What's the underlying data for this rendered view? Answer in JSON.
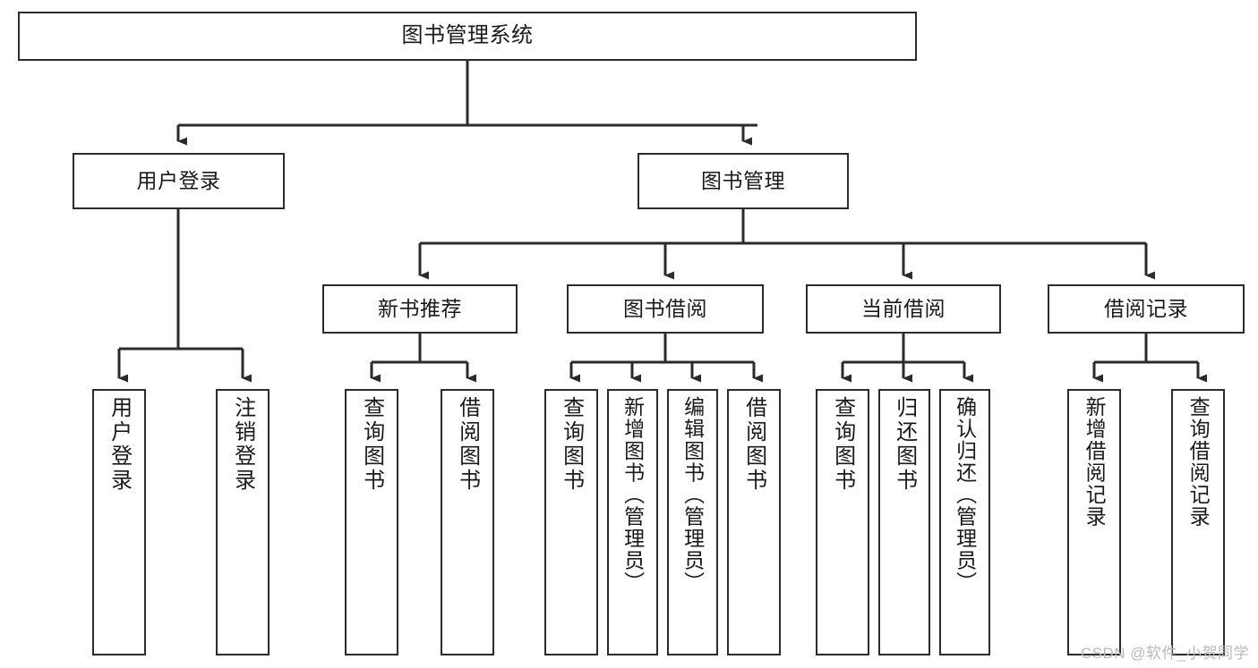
{
  "diagram": {
    "title": "图书管理系统",
    "type": "功能结构图",
    "colors": {
      "node_border": "#2b2b2b",
      "node_fill": "#ffffff",
      "edge": "#2b2b2b",
      "text": "#1a1a1a",
      "watermark": "#b9b9b9",
      "background": "#ffffff"
    },
    "nodes": {
      "root": {
        "label": "图书管理系统"
      },
      "level2": [
        {
          "id": "user-login",
          "label": "用户登录"
        },
        {
          "id": "book-manage",
          "label": "图书管理"
        }
      ],
      "level3": [
        {
          "id": "new-book-recommend",
          "label": "新书推荐"
        },
        {
          "id": "book-borrow",
          "label": "图书借阅"
        },
        {
          "id": "current-borrow",
          "label": "当前借阅"
        },
        {
          "id": "borrow-record",
          "label": "借阅记录"
        }
      ],
      "leaves": {
        "user_login": [
          {
            "id": "leaf-user-login",
            "label": "用户登录"
          },
          {
            "id": "leaf-user-logout",
            "label": "注销登录"
          }
        ],
        "new_book_recommend": [
          {
            "id": "leaf-query-book-1",
            "label": "查询图书"
          },
          {
            "id": "leaf-borrow-book-1",
            "label": "借阅图书"
          }
        ],
        "book_borrow": [
          {
            "id": "leaf-query-book-2",
            "label": "查询图书"
          },
          {
            "id": "leaf-add-book",
            "label": "新增图书（管理员）"
          },
          {
            "id": "leaf-edit-book",
            "label": "编辑图书（管理员）"
          },
          {
            "id": "leaf-borrow-book-2",
            "label": "借阅图书"
          }
        ],
        "current_borrow": [
          {
            "id": "leaf-query-book-3",
            "label": "查询图书"
          },
          {
            "id": "leaf-return-book",
            "label": "归还图书"
          },
          {
            "id": "leaf-confirm-return",
            "label": "确认归还（管理员）"
          }
        ],
        "borrow_record": [
          {
            "id": "leaf-add-record",
            "label": "新增借阅记录"
          },
          {
            "id": "leaf-query-record",
            "label": "查询借阅记录"
          }
        ]
      }
    },
    "watermark": "CSDN @软件_小贺同学"
  }
}
